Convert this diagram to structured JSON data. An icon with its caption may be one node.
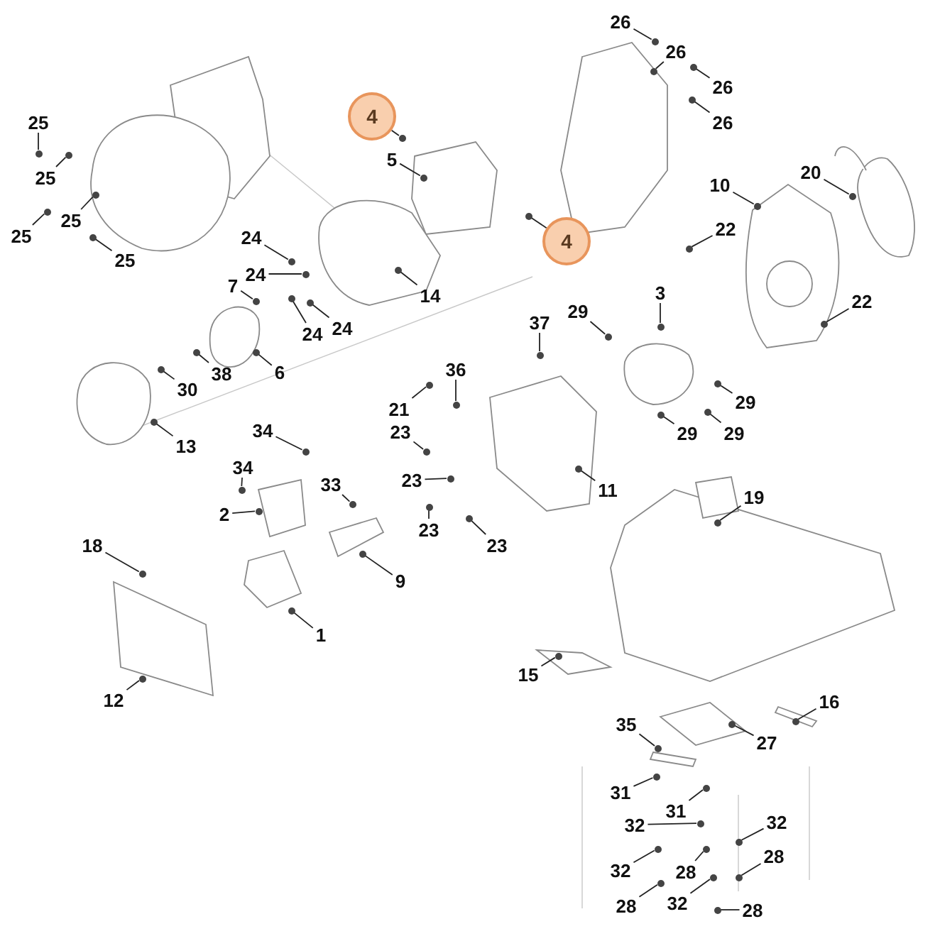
{
  "diagram": {
    "nodes": [
      {
        "text": [
          "25"
        ]
      },
      {
        "text": [
          "25"
        ]
      },
      {
        "text": [
          "25"
        ]
      },
      {
        "text": [
          "25"
        ]
      },
      {
        "text": [
          "25"
        ]
      },
      {
        "text": [
          "4"
        ]
      },
      {
        "text": [
          "5"
        ]
      },
      {
        "text": [
          "26"
        ]
      },
      {
        "text": [
          "26"
        ]
      },
      {
        "text": [
          "26"
        ]
      },
      {
        "text": [
          "26"
        ]
      },
      {
        "text": [
          "4"
        ]
      },
      {
        "text": [
          "24"
        ]
      },
      {
        "text": [
          "24"
        ]
      },
      {
        "text": [
          "7"
        ]
      },
      {
        "text": [
          "14"
        ]
      },
      {
        "text": [
          "24"
        ]
      },
      {
        "text": [
          "24"
        ]
      },
      {
        "text": [
          "10"
        ]
      },
      {
        "text": [
          "20"
        ]
      },
      {
        "text": [
          "22"
        ]
      },
      {
        "text": [
          "22"
        ]
      },
      {
        "text": [
          "6"
        ]
      },
      {
        "text": [
          "38"
        ]
      },
      {
        "text": [
          "30"
        ]
      },
      {
        "text": [
          "3"
        ]
      },
      {
        "text": [
          "29"
        ]
      },
      {
        "text": [
          "37"
        ]
      },
      {
        "text": [
          "36"
        ]
      },
      {
        "text": [
          "21"
        ]
      },
      {
        "text": [
          "13"
        ]
      },
      {
        "text": [
          "34"
        ]
      },
      {
        "text": [
          "23"
        ]
      },
      {
        "text": [
          "29"
        ]
      },
      {
        "text": [
          "29"
        ]
      },
      {
        "text": [
          "29"
        ]
      },
      {
        "text": [
          "34"
        ]
      },
      {
        "text": [
          "2"
        ]
      },
      {
        "text": [
          "33"
        ]
      },
      {
        "text": [
          "23"
        ]
      },
      {
        "text": [
          "23"
        ]
      },
      {
        "text": [
          "23"
        ]
      },
      {
        "text": [
          "11"
        ]
      },
      {
        "text": [
          "18"
        ]
      },
      {
        "text": [
          "9"
        ]
      },
      {
        "text": [
          "1"
        ]
      },
      {
        "text": [
          "12"
        ]
      },
      {
        "text": [
          "19"
        ]
      },
      {
        "text": [
          "15"
        ]
      },
      {
        "text": [
          "16"
        ]
      },
      {
        "text": [
          "35"
        ]
      },
      {
        "text": [
          "27"
        ]
      },
      {
        "text": [
          "31"
        ]
      },
      {
        "text": [
          "31"
        ]
      },
      {
        "text": [
          "32"
        ]
      },
      {
        "text": [
          "32"
        ]
      },
      {
        "text": [
          "32"
        ]
      },
      {
        "text": [
          "28"
        ]
      },
      {
        "text": [
          "28"
        ]
      },
      {
        "text": [
          "32"
        ]
      },
      {
        "text": [
          "28"
        ]
      },
      {
        "text": [
          "28"
        ]
      },
      {
        "text": [],
        "shape": "circle"
      },
      {
        "text": [],
        "shape": "circle"
      },
      {
        "text": [],
        "shape": "circle"
      },
      {
        "text": [],
        "shape": "circle"
      },
      {
        "text": [],
        "shape": "circle"
      },
      {
        "text": [],
        "shape": "circle"
      },
      {
        "text": [],
        "shape": "circle"
      },
      {
        "text": [],
        "shape": "circle"
      },
      {
        "text": [],
        "shape": "circle"
      },
      {
        "text": [],
        "shape": "circle"
      },
      {
        "text": [],
        "shape": "circle"
      },
      {
        "text": [],
        "shape": "circle"
      },
      {
        "text": [],
        "shape": "circle"
      },
      {
        "text": [],
        "shape": "circle"
      },
      {
        "text": [],
        "shape": "circle"
      },
      {
        "text": [],
        "shape": "circle"
      },
      {
        "text": [],
        "shape": "circle"
      },
      {
        "text": [],
        "shape": "circle"
      },
      {
        "text": [],
        "shape": "circle"
      },
      {
        "text": [],
        "shape": "circle"
      },
      {
        "text": [],
        "shape": "circle"
      },
      {
        "text": [],
        "shape": "circle"
      },
      {
        "text": [],
        "shape": "circle"
      },
      {
        "text": [],
        "shape": "circle"
      },
      {
        "text": [],
        "shape": "circle"
      },
      {
        "text": [],
        "shape": "circle"
      },
      {
        "text": [],
        "shape": "circle"
      },
      {
        "text": [],
        "shape": "circle"
      },
      {
        "text": [],
        "shape": "circle"
      },
      {
        "text": [],
        "shape": "circle"
      },
      {
        "text": [],
        "shape": "circle"
      },
      {
        "text": [],
        "shape": "circle"
      },
      {
        "text": [],
        "shape": "circle"
      },
      {
        "text": [],
        "shape": "circle"
      },
      {
        "text": [],
        "shape": "circle"
      },
      {
        "text": [],
        "shape": "circle"
      },
      {
        "text": [],
        "shape": "circle"
      },
      {
        "text": [],
        "shape": "circle"
      },
      {
        "text": [],
        "shape": "circle"
      },
      {
        "text": [],
        "shape": "circle"
      },
      {
        "text": [],
        "shape": "circle"
      },
      {
        "text": [],
        "shape": "circle"
      },
      {
        "text": [],
        "shape": "circle"
      },
      {
        "text": [],
        "shape": "circle"
      },
      {
        "text": [],
        "shape": "circle"
      },
      {
        "text": [],
        "shape": "circle"
      },
      {
        "text": [],
        "shape": "circle"
      },
      {
        "text": [],
        "shape": "circle"
      },
      {
        "text": [],
        "shape": "circle"
      },
      {
        "text": [],
        "shape": "circle"
      },
      {
        "text": [],
        "shape": "circle"
      },
      {
        "text": [],
        "shape": "circle"
      },
      {
        "text": [],
        "shape": "circle"
      },
      {
        "text": [],
        "shape": "circle"
      },
      {
        "text": [],
        "shape": "circle"
      },
      {
        "text": [],
        "shape": "circle"
      },
      {
        "text": [],
        "shape": "circle"
      },
      {
        "text": [],
        "shape": "circle"
      },
      {
        "text": [],
        "shape": "circle"
      },
      {
        "text": [],
        "shape": "circle"
      },
      {
        "text": [],
        "shape": "circle"
      },
      {
        "text": [],
        "shape": "circle"
      }
    ],
    "edges": [
      {
        "from": 0,
        "to": 62,
        "arrow": "none"
      },
      {
        "from": 1,
        "to": 63,
        "arrow": "none"
      },
      {
        "from": 2,
        "to": 64,
        "arrow": "none"
      },
      {
        "from": 3,
        "to": 65,
        "arrow": "none"
      },
      {
        "from": 4,
        "to": 66,
        "arrow": "none"
      },
      {
        "from": 5,
        "to": 67,
        "arrow": "none"
      },
      {
        "from": 6,
        "to": 68,
        "arrow": "none"
      },
      {
        "from": 7,
        "to": 69,
        "arrow": "none"
      },
      {
        "from": 8,
        "to": 70,
        "arrow": "none"
      },
      {
        "from": 9,
        "to": 71,
        "arrow": "none"
      },
      {
        "from": 10,
        "to": 72,
        "arrow": "none"
      },
      {
        "from": 11,
        "to": 73,
        "arrow": "none"
      },
      {
        "from": 12,
        "to": 74,
        "arrow": "none"
      },
      {
        "from": 13,
        "to": 75,
        "arrow": "none"
      },
      {
        "from": 14,
        "to": 76,
        "arrow": "none"
      },
      {
        "from": 15,
        "to": 77,
        "arrow": "none"
      },
      {
        "from": 16,
        "to": 78,
        "arrow": "none"
      },
      {
        "from": 17,
        "to": 79,
        "arrow": "none"
      },
      {
        "from": 18,
        "to": 80,
        "arrow": "none"
      },
      {
        "from": 19,
        "to": 81,
        "arrow": "none"
      },
      {
        "from": 20,
        "to": 82,
        "arrow": "none"
      },
      {
        "from": 21,
        "to": 83,
        "arrow": "none"
      },
      {
        "from": 22,
        "to": 84,
        "arrow": "none"
      },
      {
        "from": 23,
        "to": 85,
        "arrow": "none"
      },
      {
        "from": 24,
        "to": 86,
        "arrow": "none"
      },
      {
        "from": 25,
        "to": 87,
        "arrow": "none"
      },
      {
        "from": 26,
        "to": 88,
        "arrow": "none"
      },
      {
        "from": 27,
        "to": 89,
        "arrow": "none"
      },
      {
        "from": 28,
        "to": 90,
        "arrow": "none"
      },
      {
        "from": 29,
        "to": 91,
        "arrow": "none"
      },
      {
        "from": 30,
        "to": 92,
        "arrow": "none"
      },
      {
        "from": 31,
        "to": 93,
        "arrow": "none"
      },
      {
        "from": 32,
        "to": 94,
        "arrow": "none"
      },
      {
        "from": 33,
        "to": 95,
        "arrow": "none"
      },
      {
        "from": 34,
        "to": 96,
        "arrow": "none"
      },
      {
        "from": 35,
        "to": 97,
        "arrow": "none"
      },
      {
        "from": 36,
        "to": 98,
        "arrow": "none"
      },
      {
        "from": 37,
        "to": 99,
        "arrow": "none"
      },
      {
        "from": 38,
        "to": 100,
        "arrow": "none"
      },
      {
        "from": 39,
        "to": 101,
        "arrow": "none"
      },
      {
        "from": 40,
        "to": 102,
        "arrow": "none"
      },
      {
        "from": 41,
        "to": 103,
        "arrow": "none"
      },
      {
        "from": 42,
        "to": 104,
        "arrow": "none"
      },
      {
        "from": 43,
        "to": 105,
        "arrow": "none"
      },
      {
        "from": 44,
        "to": 106,
        "arrow": "none"
      },
      {
        "from": 45,
        "to": 107,
        "arrow": "none"
      },
      {
        "from": 46,
        "to": 108,
        "arrow": "none"
      },
      {
        "from": 47,
        "to": 109,
        "arrow": "none"
      },
      {
        "from": 48,
        "to": 110,
        "arrow": "none"
      },
      {
        "from": 49,
        "to": 111,
        "arrow": "none"
      },
      {
        "from": 50,
        "to": 112,
        "arrow": "none"
      },
      {
        "from": 51,
        "to": 113,
        "arrow": "none"
      },
      {
        "from": 52,
        "to": 114,
        "arrow": "none"
      },
      {
        "from": 53,
        "to": 115,
        "arrow": "none"
      },
      {
        "from": 54,
        "to": 116,
        "arrow": "none"
      },
      {
        "from": 55,
        "to": 117,
        "arrow": "none"
      },
      {
        "from": 56,
        "to": 118,
        "arrow": "none"
      },
      {
        "from": 57,
        "to": 119,
        "arrow": "none"
      },
      {
        "from": 58,
        "to": 120,
        "arrow": "none"
      },
      {
        "from": 59,
        "to": 121,
        "arrow": "none"
      },
      {
        "from": 60,
        "to": 122,
        "arrow": "none"
      },
      {
        "from": 61,
        "to": 123,
        "arrow": "none"
      }
    ]
  }
}
